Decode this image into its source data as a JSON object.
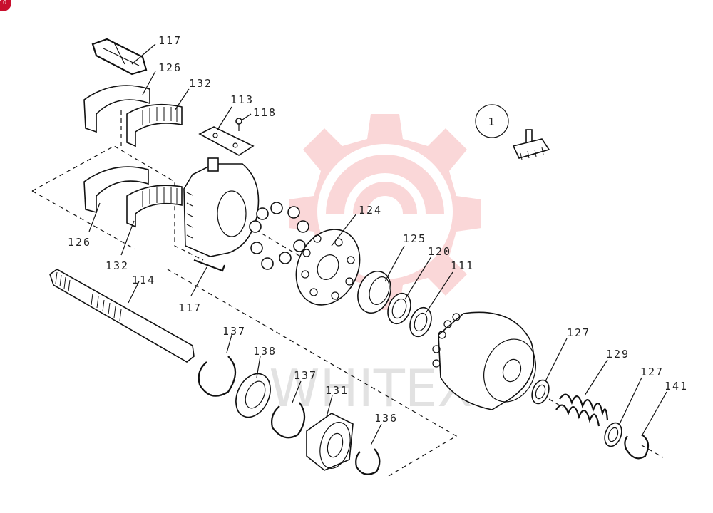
{
  "diagram": {
    "corner_badge": "10",
    "watermark_text": "WHITEX",
    "assembly_number": "1",
    "colors": {
      "watermark": "#e8282b",
      "ink": "#111111",
      "badge": "#c8102e"
    },
    "part_labels": [
      "117",
      "126",
      "132",
      "113",
      "118",
      "124",
      "125",
      "120",
      "111",
      "126",
      "132",
      "114",
      "117",
      "137",
      "138",
      "137",
      "131",
      "136",
      "127",
      "129",
      "127",
      "141"
    ]
  }
}
